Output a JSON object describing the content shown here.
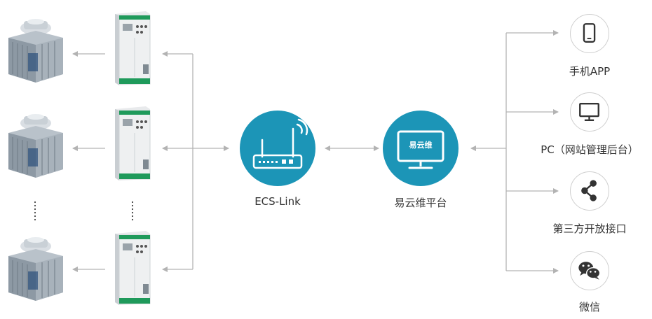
{
  "colors": {
    "accent": "#1c95b7",
    "connector": "#b3b3b3",
    "cabinet_trim": "#1f9a5b",
    "icon_dark": "#333333"
  },
  "nodes": {
    "ecs_link": {
      "label": "ECS-Link",
      "icon": "router-icon"
    },
    "platform": {
      "label": "易云维平台",
      "icon": "monitor-icon",
      "screen_logo": "易云维"
    }
  },
  "outputs": [
    {
      "label": "手机APP",
      "icon": "phone-icon"
    },
    {
      "label": "PC（网站管理后台）",
      "icon": "pc-monitor-icon"
    },
    {
      "label": "第三方开放接口",
      "icon": "share-icon"
    },
    {
      "label": "微信",
      "icon": "wechat-icon"
    }
  ],
  "equipment": {
    "left": "cooling-tower-icon",
    "middle": "control-cabinet-icon"
  }
}
